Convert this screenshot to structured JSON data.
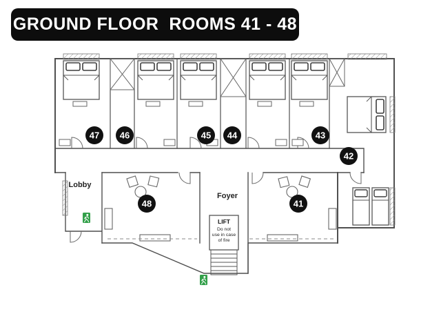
{
  "title": "GROUND FLOOR  ROOMS 41 - 48",
  "areas": {
    "lobby": "Lobby",
    "foyer": "Foyer"
  },
  "lift": {
    "label": "LIFT",
    "warning_line1": "Do not",
    "warning_line2": "use in case",
    "warning_line3": "of fire"
  },
  "rooms": {
    "r41": {
      "number": "41"
    },
    "r42": {
      "number": "42"
    },
    "r43": {
      "number": "43"
    },
    "r44": {
      "number": "44"
    },
    "r45": {
      "number": "45"
    },
    "r46": {
      "number": "46"
    },
    "r47": {
      "number": "47"
    },
    "r48": {
      "number": "48"
    }
  },
  "icons": {
    "fire_exit_left": "green-running-man-exit-sign",
    "fire_exit_bottom": "green-running-man-exit-sign",
    "bed_double": "double-bed-plan-symbol",
    "bed_twin": "twin-bed-plan-symbol"
  },
  "colors": {
    "banner_bg": "#0d0d0d",
    "banner_text": "#ffffff",
    "wall": "#4f4f4f",
    "badge_bg": "#111111",
    "badge_text": "#ffffff",
    "exit_green": "#33a04a"
  }
}
